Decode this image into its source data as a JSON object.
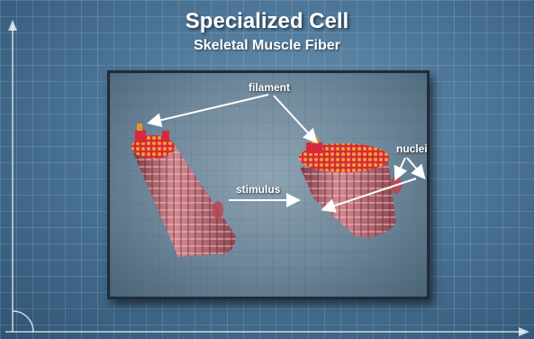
{
  "title": "Specialized Cell",
  "subtitle": "Skeletal Muscle Fiber",
  "labels": {
    "filament": "filament",
    "nuclei": "nuclei",
    "stimulus": "stimulus"
  },
  "colors": {
    "background": "#3d6789",
    "panel": "#7a93a6",
    "fiber": "#c36a74",
    "filament_red": "#e0293d",
    "filament_orange": "#e8912e",
    "arrow": "#ffffff"
  }
}
